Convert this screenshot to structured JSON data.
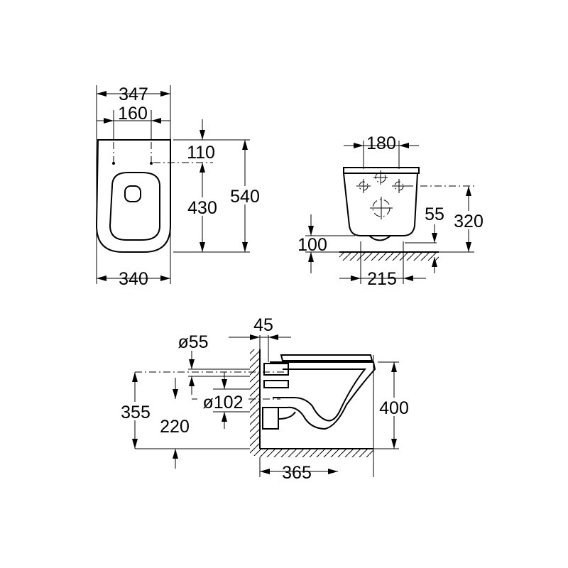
{
  "top_view": {
    "width_top": "347",
    "fixing_spacing": "160",
    "width_bottom": "340",
    "fixing_offset": "110",
    "fixing_to_front": "430",
    "total_length": "540"
  },
  "front_view": {
    "fixing_spacing": "180",
    "outlet_height": "55",
    "fixing_height": "320",
    "bottom_clearance": "100",
    "base_width": "215"
  },
  "side_view": {
    "wall_offset": "45",
    "inlet_diameter": "ø55",
    "outlet_diameter": "ø102",
    "inlet_height": "355",
    "outlet_height": "220",
    "rim_height": "400",
    "projection": "365"
  }
}
